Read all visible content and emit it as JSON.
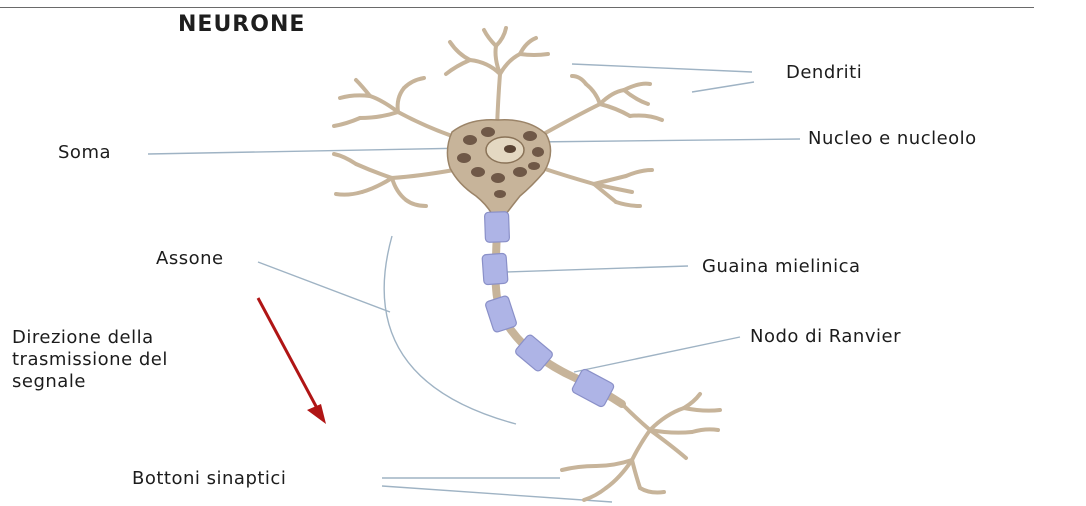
{
  "title": "NEURONE",
  "labels": {
    "dendriti": "Dendriti",
    "nucleo": "Nucleo e nucleolo",
    "soma": "Soma",
    "assone": "Assone",
    "guaina": "Guaina mielinica",
    "nodo": "Nodo di Ranvier",
    "bottoni": "Bottoni sinaptici"
  },
  "direction": {
    "line1": "Direzione della",
    "line2": "trasmissione del",
    "line3": "segnale"
  },
  "colors": {
    "cell_body": "#c7b49a",
    "cell_outline": "#9b8468",
    "nucleus_spots": "#6f5847",
    "myelin": "#aeb4e6",
    "myelin_outline": "#8a90c8",
    "arrow": "#b01515",
    "leader_lines": "#9fb3c4"
  }
}
